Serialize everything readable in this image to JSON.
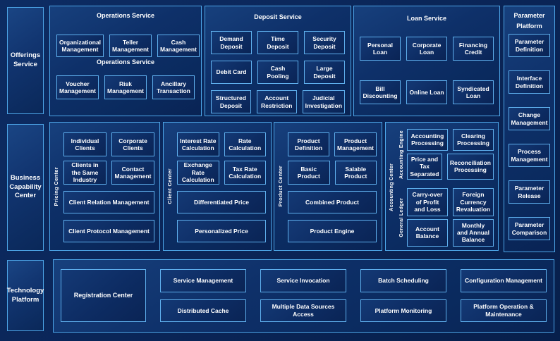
{
  "colors": {
    "background": "#0a2557",
    "panel_fill": "#0e3069",
    "border_accent": "#4da6e8",
    "box_border": "#5fb0ee",
    "text": "#ffffff"
  },
  "sections": {
    "offerings": {
      "label": "Offerings Service"
    },
    "operations": {
      "title": "Operations Service",
      "subtitle": "Operations Service",
      "row1": [
        "Organizational Management",
        "Teller Management",
        "Cash Management"
      ],
      "row2": [
        "Voucher Management",
        "Risk Management",
        "Ancillary Transaction"
      ]
    },
    "deposit": {
      "title": "Deposit Service",
      "rows": [
        [
          "Demand Deposit",
          "Time Deposit",
          "Security Deposit"
        ],
        [
          "Debit Card",
          "Cash Pooling",
          "Large Deposit"
        ],
        [
          "Structured Deposit",
          "Account Restriction",
          "Judicial Investigation"
        ]
      ]
    },
    "loan": {
      "title": "Loan Service",
      "rows": [
        [
          "Personal Loan",
          "Corporate Loan",
          "Financing Credit"
        ],
        [
          "Bill Discounting",
          "Online Loan",
          "Syndicated Loan"
        ]
      ]
    },
    "parameter": {
      "title_line1": "Parameter",
      "title_line2": "Platform",
      "items": [
        "Parameter Definition",
        "Interface Definition",
        "Change Management",
        "Process Management",
        "Parameter Release",
        "Parameter Comparison"
      ]
    },
    "business": {
      "label": "Business Capability Center"
    },
    "pricing": {
      "vlabel": "Pricing Center",
      "grid": [
        "Individual Clients",
        "Corporate Clients",
        "Clients in the Same Industry",
        "Contact Management"
      ],
      "wide": [
        "Client Relation Management",
        "Client Protocol Management"
      ]
    },
    "client": {
      "vlabel": "Client Center",
      "grid": [
        "Interest Rate Calculation",
        "Rate Calculation",
        "Exchange Rate Calculation",
        "Tax Rate Calculation"
      ],
      "wide": [
        "Differentiated Price",
        "Personalized Price"
      ]
    },
    "product": {
      "vlabel": "Product Center",
      "grid": [
        "Product Definition",
        "Product Management",
        "Basic Product",
        "Salable Product"
      ],
      "wide": [
        "Combined Product",
        "Product Engine"
      ]
    },
    "accounting": {
      "vlabel": "Accounting Center",
      "engine": {
        "vlabel": "Accounting Engine",
        "items": [
          "Accounting Processing",
          "Clearing Processing",
          "Price and Tax Separated",
          "Reconciliation Processing"
        ]
      },
      "ledger": {
        "vlabel": "General Ledger",
        "items": [
          "Carry-over of Profit and Loss",
          "Foreign Currency Revaluation",
          "Account Balance",
          "Monthly and Annual Balance"
        ]
      }
    },
    "technology": {
      "label": "Technology Platform",
      "registration": "Registration Center",
      "top_row": [
        "Service Management",
        "Service Invocation",
        "Batch Scheduling",
        "Configuration Management"
      ],
      "bottom_row": [
        "Distributed Cache",
        "Multiple Data Sources Access",
        "Platform Monitoring",
        "Platform Operation & Maintenance"
      ]
    }
  }
}
